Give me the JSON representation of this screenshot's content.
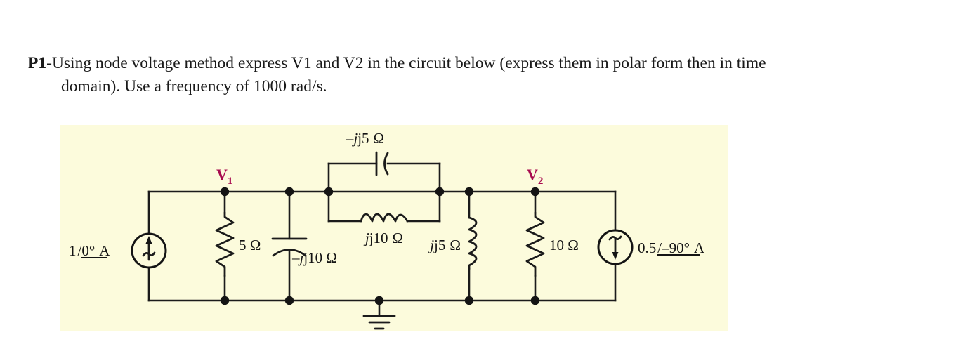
{
  "problem": {
    "number": "P1-",
    "line1": "Using node voltage method express V1 and V2 in the circuit below (express them in polar form then in time",
    "line2": "domain). Use a frequency of 1000 rad/s."
  },
  "circuit": {
    "background_color": "#fcfbdc",
    "node_label_color": "#a80b4e",
    "wire_color": "#1b1b1b",
    "nodes": [
      {
        "id": "v1",
        "label": "V",
        "subscript": "1"
      },
      {
        "id": "v2",
        "label": "V",
        "subscript": "2"
      }
    ],
    "sources": [
      {
        "id": "is1",
        "type": "ac-current-source",
        "direction": "up",
        "magnitude": "1",
        "angle": "0°",
        "unit": "A",
        "label": "1/0° A"
      },
      {
        "id": "is2",
        "type": "ac-current-source",
        "direction": "down",
        "magnitude": "0.5",
        "angle": "–90°",
        "unit": "A",
        "label": "0.5/–90° A"
      }
    ],
    "components": [
      {
        "id": "r5",
        "type": "resistor",
        "value": "5",
        "unit": "Ω",
        "label": "5 Ω",
        "orientation": "vertical"
      },
      {
        "id": "c10",
        "type": "capacitor",
        "value": "-j10",
        "unit": "Ω",
        "label": "–j10 Ω",
        "prefix": "–j",
        "number": "10",
        "orientation": "vertical"
      },
      {
        "id": "c5",
        "type": "capacitor",
        "value": "-j5",
        "unit": "Ω",
        "label": "–j5 Ω",
        "prefix": "–j",
        "number": "5",
        "orientation": "horizontal"
      },
      {
        "id": "l10",
        "type": "inductor",
        "value": "j10",
        "unit": "Ω",
        "label": "j10 Ω",
        "prefix": "j",
        "number": "10",
        "orientation": "horizontal"
      },
      {
        "id": "l5",
        "type": "inductor",
        "value": "j5",
        "unit": "Ω",
        "label": "j5 Ω",
        "prefix": "j",
        "number": "5",
        "orientation": "vertical"
      },
      {
        "id": "r10",
        "type": "resistor",
        "value": "10",
        "unit": "Ω",
        "label": "10 Ω",
        "orientation": "vertical"
      }
    ],
    "ground": {
      "id": "gnd",
      "type": "earth-ground"
    },
    "labels": {
      "cap_j5": "j5",
      "cap_j5_ohm": "Ω",
      "ind_j10": "j10",
      "ind_j10_ohm": "Ω",
      "res_5": "5 Ω",
      "cap_j10": "j10 Ω",
      "ind_j5": "j5",
      "ind_j5_ohm": "Ω",
      "res_10": "10 Ω",
      "src1_mag": "1",
      "src1_ang": "0°",
      "src1_unit": "A",
      "src2_mag": "0.5",
      "src2_ang": "–90°",
      "src2_unit": "A",
      "minus_j": "–j",
      "j": "j",
      "v1_main": "V",
      "v1_sub": "1",
      "v2_main": "V",
      "v2_sub": "2"
    }
  }
}
